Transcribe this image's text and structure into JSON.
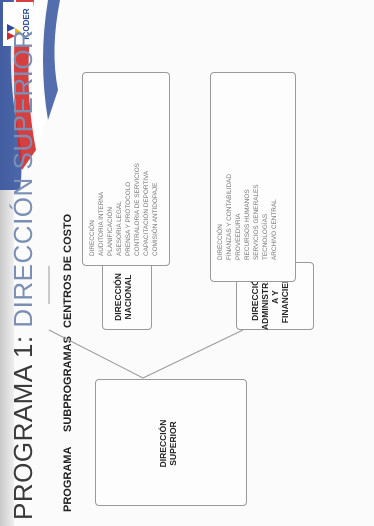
{
  "slide": {
    "title_program": "PROGRAMA 1",
    "title_separator": ":",
    "title_subject": " DIRECCIÓN SUPERIOR"
  },
  "headers": {
    "programa": "PROGRAMA",
    "subprogramas": "SUBPROGRAMAS",
    "centros": "CENTROS DE COSTO"
  },
  "program_box": {
    "line1": "DIRECCIÓN",
    "line2": "SUPERIOR"
  },
  "subprograms": [
    {
      "line1": "DIRECCIÓN",
      "line2": "NACIONAL",
      "line3": ""
    },
    {
      "line1": "DIRECCIÓN",
      "line2": "ADMINISTRATIV",
      "line3": "A Y FINANCIERA"
    }
  ],
  "cost_centers": {
    "nacional": [
      "DIRECCIÓN",
      "AUDITORIA INTERNA",
      "PLANIFICACIÓN",
      "ASESORIA LEGAL",
      "PRENSA Y PROTOCOLO",
      "CONTRALORIA DE SERVICIOS",
      "CAPACITACIÓN DEPORTIVA",
      "COMISIÓN ANTIDOPAJE"
    ],
    "administrativa": [
      "DIRECCIÓN",
      "FINANZAS Y CONTABILIDAD",
      "PROVEEDURIA",
      "RECURSOS HUMANOS",
      "SERVICIOS GENERALES",
      "TECNOLOGÍAS",
      "ARCHIVO CENTRAL"
    ]
  },
  "logo": {
    "text": "ICODER"
  },
  "colors": {
    "title_accent": "#7b8fb5",
    "banner_red": "#d22a2a",
    "banner_blue": "#2b4a9a"
  }
}
